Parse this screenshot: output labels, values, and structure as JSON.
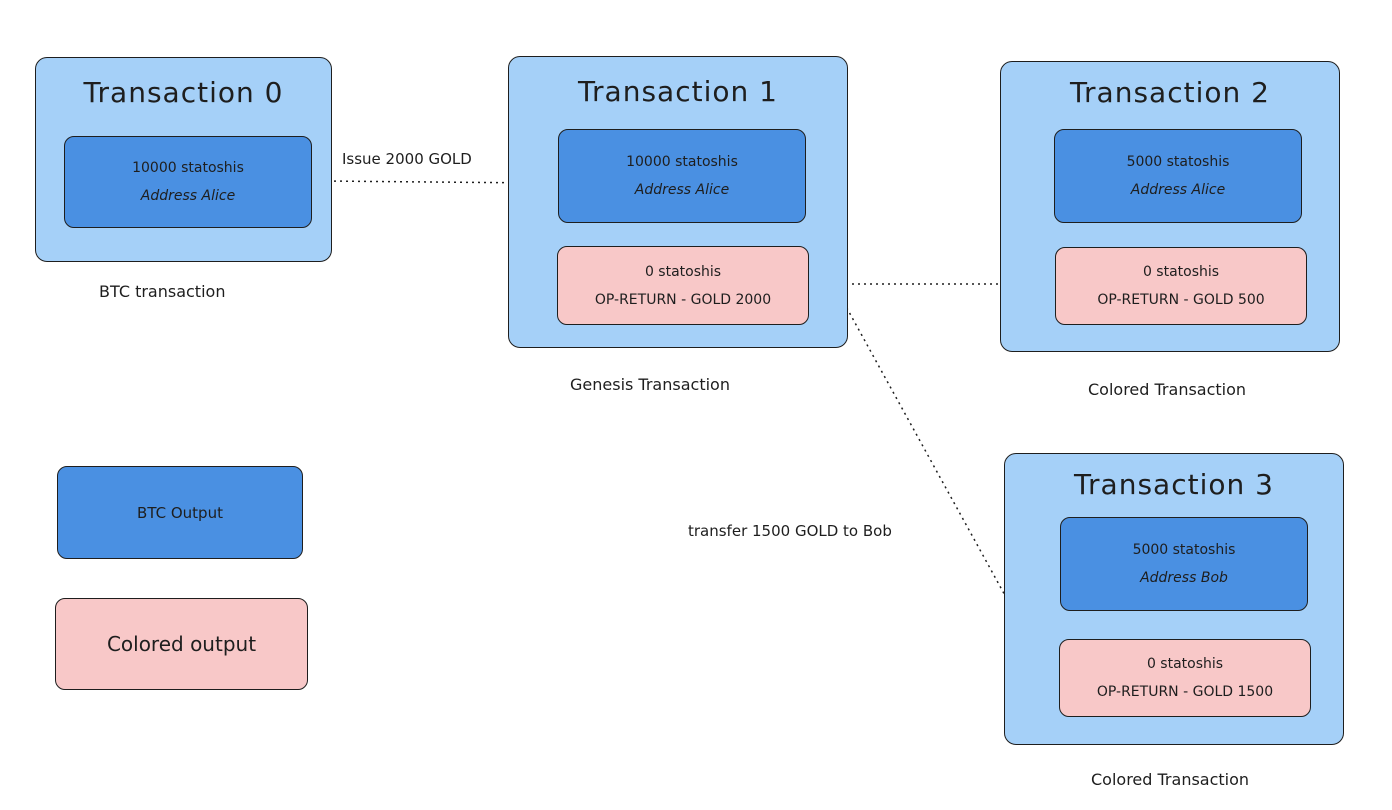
{
  "transactions": [
    {
      "title": "Transaction 0",
      "caption": "BTC transaction",
      "outputs": [
        {
          "line1": "10000 statoshis",
          "line2": "Address Alice"
        }
      ]
    },
    {
      "title": "Transaction 1",
      "caption": "Genesis Transaction",
      "outputs": [
        {
          "line1": "10000 statoshis",
          "line2": "Address Alice"
        },
        {
          "line1": "0 statoshis",
          "line2": "OP-RETURN - GOLD 2000"
        }
      ]
    },
    {
      "title": "Transaction 2",
      "caption": "Colored Transaction",
      "outputs": [
        {
          "line1": "5000 statoshis",
          "line2": "Address Alice"
        },
        {
          "line1": "0 statoshis",
          "line2": "OP-RETURN - GOLD 500"
        }
      ]
    },
    {
      "title": "Transaction 3",
      "caption": "Colored Transaction",
      "outputs": [
        {
          "line1": "5000 statoshis",
          "line2": "Address Bob"
        },
        {
          "line1": "0 statoshis",
          "line2": "OP-RETURN - GOLD 1500"
        }
      ]
    }
  ],
  "edges": [
    {
      "label": "Issue 2000 GOLD"
    },
    {
      "label": ""
    },
    {
      "label": "transfer 1500 GOLD to Bob"
    }
  ],
  "legend": {
    "btc_label": "BTC Output",
    "colored_label": "Colored output"
  },
  "colors": {
    "transaction_fill": "#a5d0f8",
    "btc_output_fill": "#4a90e2",
    "colored_output_fill": "#f8c8c8",
    "stroke": "#1e1e1e"
  }
}
